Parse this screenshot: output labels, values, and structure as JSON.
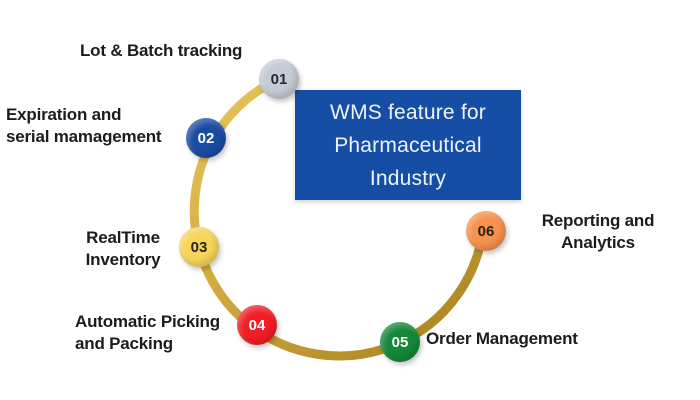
{
  "diagram": {
    "title": {
      "line1": "WMS feature for",
      "line2": "Pharmaceutical",
      "line3": "Industry",
      "bg_color": "#174EA5",
      "text_color": "#EDF3FB"
    },
    "arc": {
      "color_light": "#E8C55C",
      "color_mid": "#D3AC41",
      "color_dark": "#AE8824"
    },
    "nodes": [
      {
        "number": "01",
        "label_line1": "Lot & Batch tracking",
        "label_line2": "",
        "circle_color": "#C5CAD3",
        "number_color": "#26292E"
      },
      {
        "number": "02",
        "label_line1": "Expiration and",
        "label_line2": "serial mamagement",
        "circle_color": "#1A4CA3",
        "number_color": "#FFFFFF"
      },
      {
        "number": "03",
        "label_line1": "RealTime",
        "label_line2": "Inventory",
        "circle_color": "#F7D45A",
        "number_color": "#2A2417"
      },
      {
        "number": "04",
        "label_line1": "Automatic Picking",
        "label_line2": "and Packing",
        "circle_color": "#F01E25",
        "number_color": "#FFFFFF"
      },
      {
        "number": "05",
        "label_line1": "Order Management",
        "label_line2": "",
        "circle_color": "#15873A",
        "number_color": "#FFFFFF"
      },
      {
        "number": "06",
        "label_line1": "Reporting and",
        "label_line2": "Analytics",
        "circle_color": "#F6914E",
        "number_color": "#30210F"
      }
    ]
  }
}
